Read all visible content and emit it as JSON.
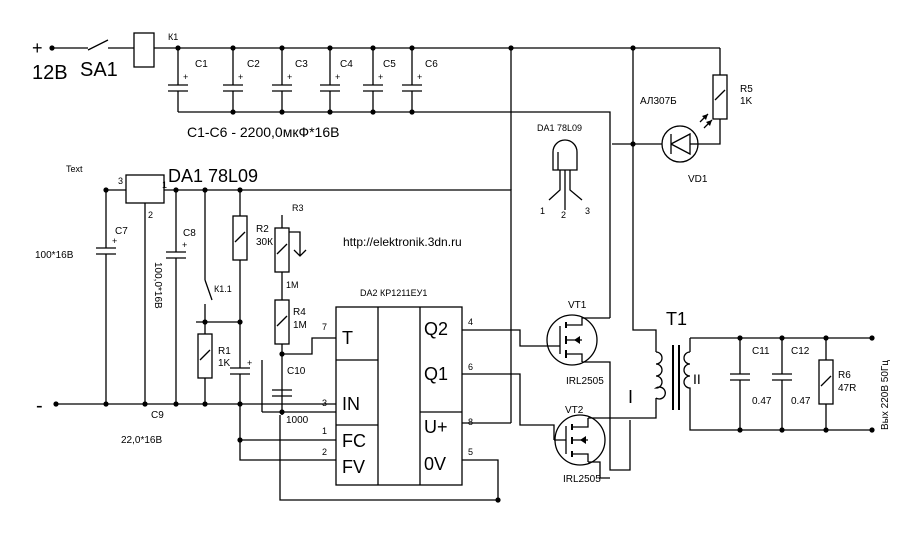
{
  "supply": {
    "plus": "+",
    "voltage": "12В",
    "switch": "SA1",
    "relay_contact": "К1",
    "minus": "-"
  },
  "capacitors_top": [
    "C1",
    "C2",
    "C3",
    "C4",
    "C5",
    "C6"
  ],
  "cap_plus": "+",
  "cap_bank_note": "С1-С6 - 2200,0мкФ*16В",
  "regulator": {
    "ref": "DA1 78L09",
    "pin_in": "3",
    "pin_out": "1",
    "pin_gnd": "2"
  },
  "pinout": {
    "title": "DA1 78L09",
    "p1": "1",
    "p2": "2",
    "p3": "3"
  },
  "text_label": "Text",
  "c7": {
    "ref": "C7",
    "value": "100*16В"
  },
  "c8": {
    "ref": "C8",
    "value": "100,0*16В"
  },
  "c9": {
    "ref": "C9",
    "value": "22,0*16В"
  },
  "c10": {
    "ref": "C10",
    "value": "1000"
  },
  "r1": {
    "ref": "R1",
    "value": "1K"
  },
  "r2": {
    "ref": "R2",
    "value": "30К"
  },
  "r3": {
    "ref": "R3",
    "value": "1M"
  },
  "r4": {
    "ref": "R4",
    "value": "1M"
  },
  "r5": {
    "ref": "R5",
    "value": "1K"
  },
  "r6": {
    "ref": "R6",
    "value": "47R"
  },
  "k11": "К1.1",
  "url": "http://elektronik.3dn.ru",
  "ic": {
    "ref": "DA2 КР1211ЕУ1",
    "left_pins": [
      "T",
      "IN",
      "FC",
      "FV"
    ],
    "right_pins": [
      "Q2",
      "Q1",
      "U+",
      "0V"
    ],
    "pin_nums": {
      "t": "7",
      "in": "3",
      "fc": "1",
      "fv": "2",
      "q2": "4",
      "q1": "6",
      "up": "8",
      "ov": "5"
    }
  },
  "vt1": {
    "ref": "VT1",
    "type": "IRL2505"
  },
  "vt2": {
    "ref": "VT2",
    "type": "IRL2505"
  },
  "led": {
    "type": "АЛ307Б",
    "ref": "VD1"
  },
  "transformer": {
    "ref": "T1",
    "primary": "I",
    "secondary": "II"
  },
  "c11": {
    "ref": "C11",
    "value": "0.47"
  },
  "c12": {
    "ref": "C12",
    "value": "0.47"
  },
  "output_label": "Вых 220В 50Гц"
}
